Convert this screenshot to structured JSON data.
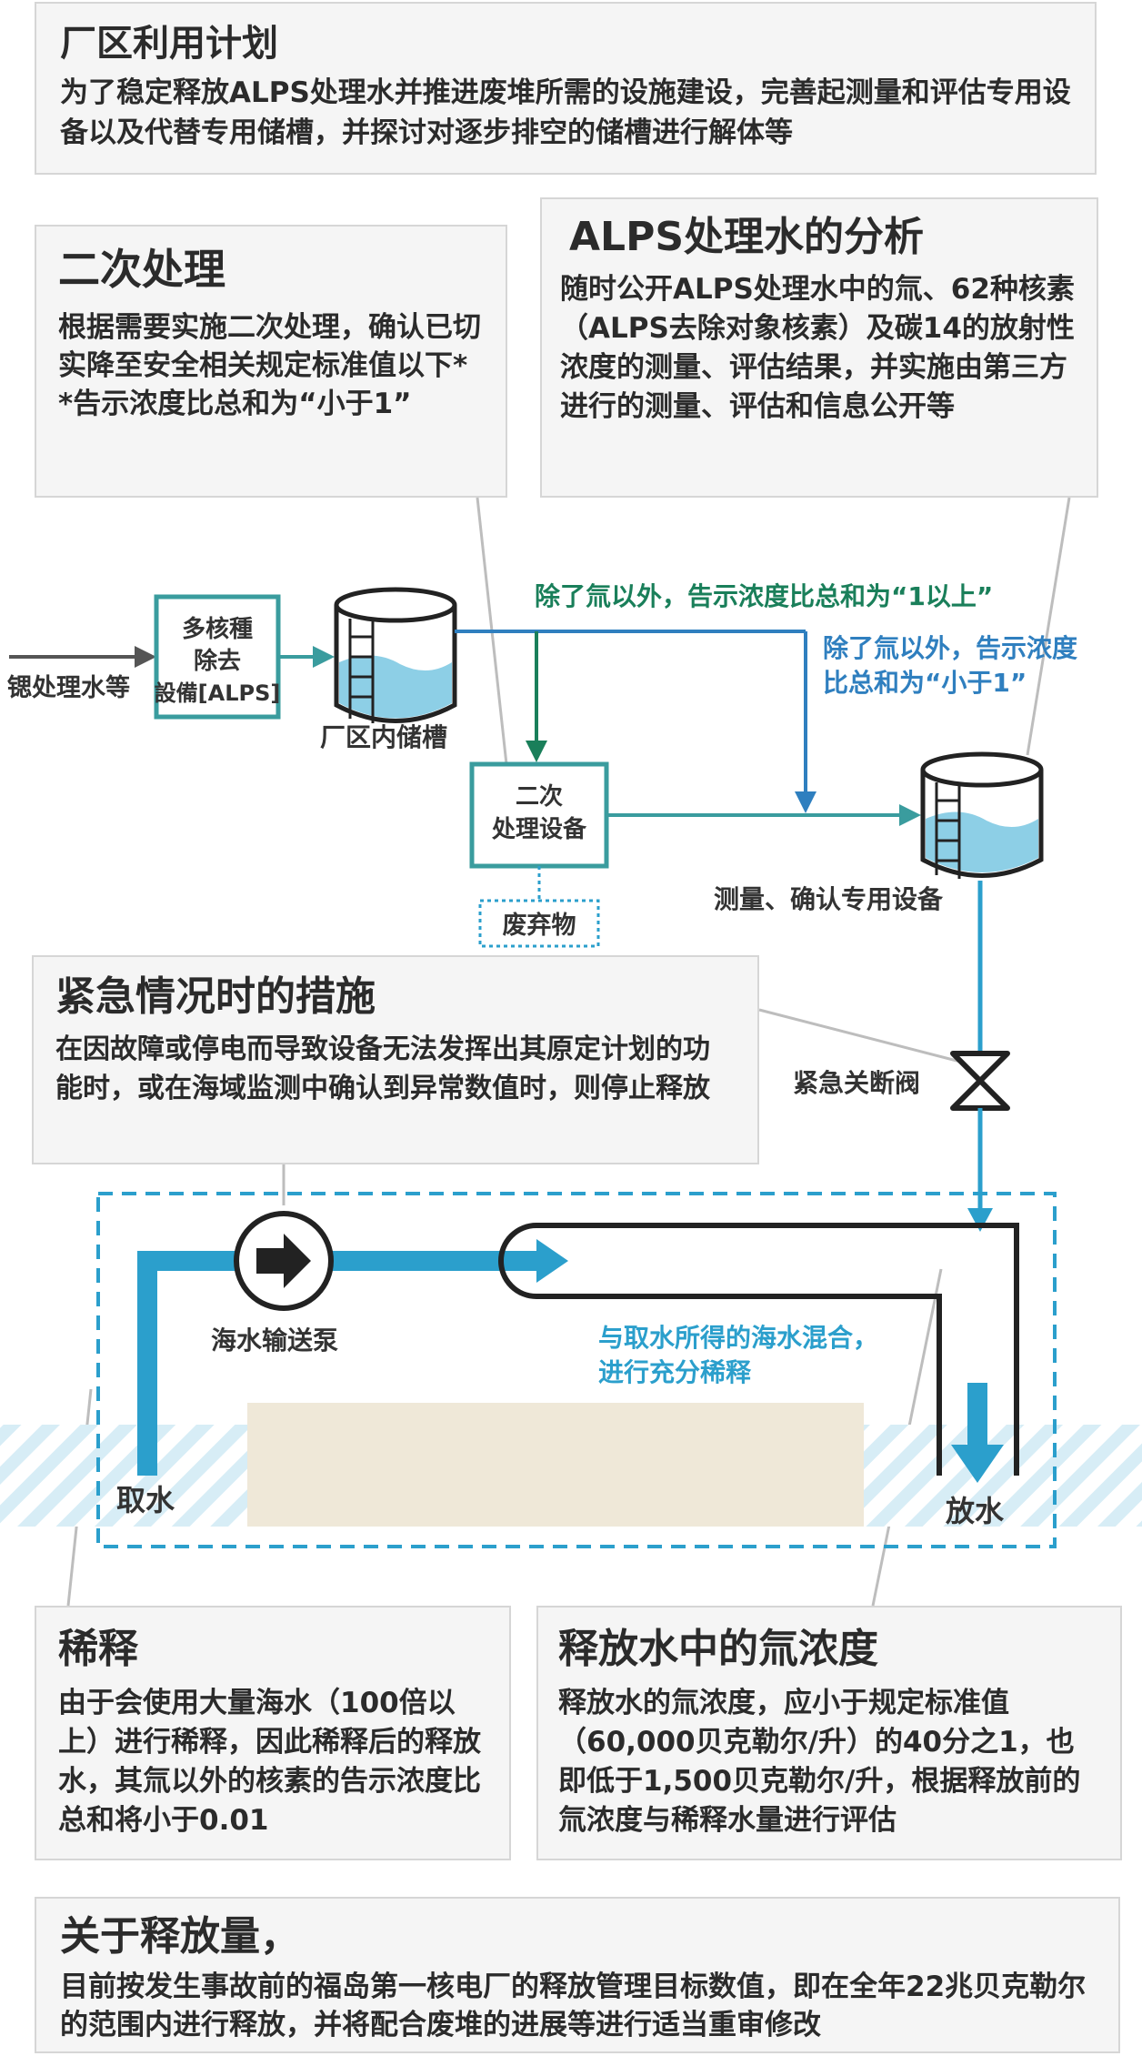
{
  "plan": {
    "title": "厂区利用计划",
    "body": "为了稳定释放ALPS处理水并推进废堆所需的设施建设，完善起测量和评估专用设备以及代替专用储槽，并探讨对逐步排空的储槽进行解体等"
  },
  "secondary": {
    "title": "二次处理",
    "body": "根据需要实施二次处理，确认已切实降至安全相关规定标准值以下*",
    "note": "*告示浓度比总和为“小于1”"
  },
  "analysis": {
    "title": "ALPS处理水的分析",
    "body": "随时公开ALPS处理水中的氚、62种核素（ALPS去除对象核素）及碳14的放射性浓度的测量、评估结果，并实施由第三方进行的测量、评估和信息公开等"
  },
  "emergency": {
    "title": "紧急情况时的措施",
    "body": "在因故障或停电而导致设备无法发挥出其原定计划的功能时，或在海域监测中确认到异常数值时，则停止释放"
  },
  "dilution": {
    "title": "稀释",
    "body": "由于会使用大量海水（100倍以上）进行稀释，因此稀释后的释放水，其氚以外的核素的告示浓度比总和将小于0.01"
  },
  "tritium": {
    "title": "释放水中的氚浓度",
    "body": "释放水的氚浓度，应小于规定标准值（60,000贝克勒尔/升）的40分之1，也即低于1,500贝克勒尔/升，根据释放前的氚浓度与稀释水量进行评估"
  },
  "release_amount": {
    "title": "关于释放量，",
    "body": "目前按发生事故前的福岛第一核电厂的释放管理目标数值，即在全年22兆贝克勒尔的范围内进行释放，并将配合废堆的进展等进行适当重审修改"
  },
  "flow": {
    "input": "锶处理水等",
    "alps_line1": "多核種",
    "alps_line2": "除去",
    "alps_line3": "設備[ALPS]",
    "site_tank": "厂区内储槽",
    "route_high": "除了氚以外，告示浓度比总和为“1以上”",
    "route_low_line1": "除了氚以外，告示浓度",
    "route_low_line2": "比总和为“小于1”",
    "secondary_line1": "二次",
    "secondary_line2": "处理设备",
    "waste": "废弃物",
    "measure": "测量、确认专用设备",
    "valve": "紧急关断阀",
    "pump": "海水输送泵",
    "mix_line1": "与取水所得的海水混合，",
    "mix_line2": "进行充分稀释",
    "intake": "取水",
    "discharge": "放水"
  },
  "colors": {
    "teal": "#3a9c9e",
    "green": "#1a7f5a",
    "blue": "#2f7fbf",
    "pipe": "#2b9fcc",
    "light_water": "#8dcfe6",
    "sand": "#efe8d8"
  }
}
